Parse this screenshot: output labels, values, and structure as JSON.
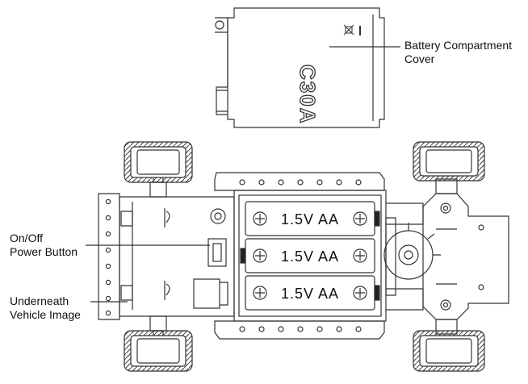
{
  "labels": {
    "cover": [
      "Battery Compartment",
      "Cover"
    ],
    "power": [
      "On/Off",
      "Power Button"
    ],
    "underneath": [
      "Underneath",
      "Vehicle Image"
    ]
  },
  "cover_marking": "C30A",
  "batteries": [
    "1.5V AA",
    "1.5V AA",
    "1.5V AA"
  ],
  "colors": {
    "line": "#333333",
    "text": "#111111",
    "tire": "#555555"
  }
}
